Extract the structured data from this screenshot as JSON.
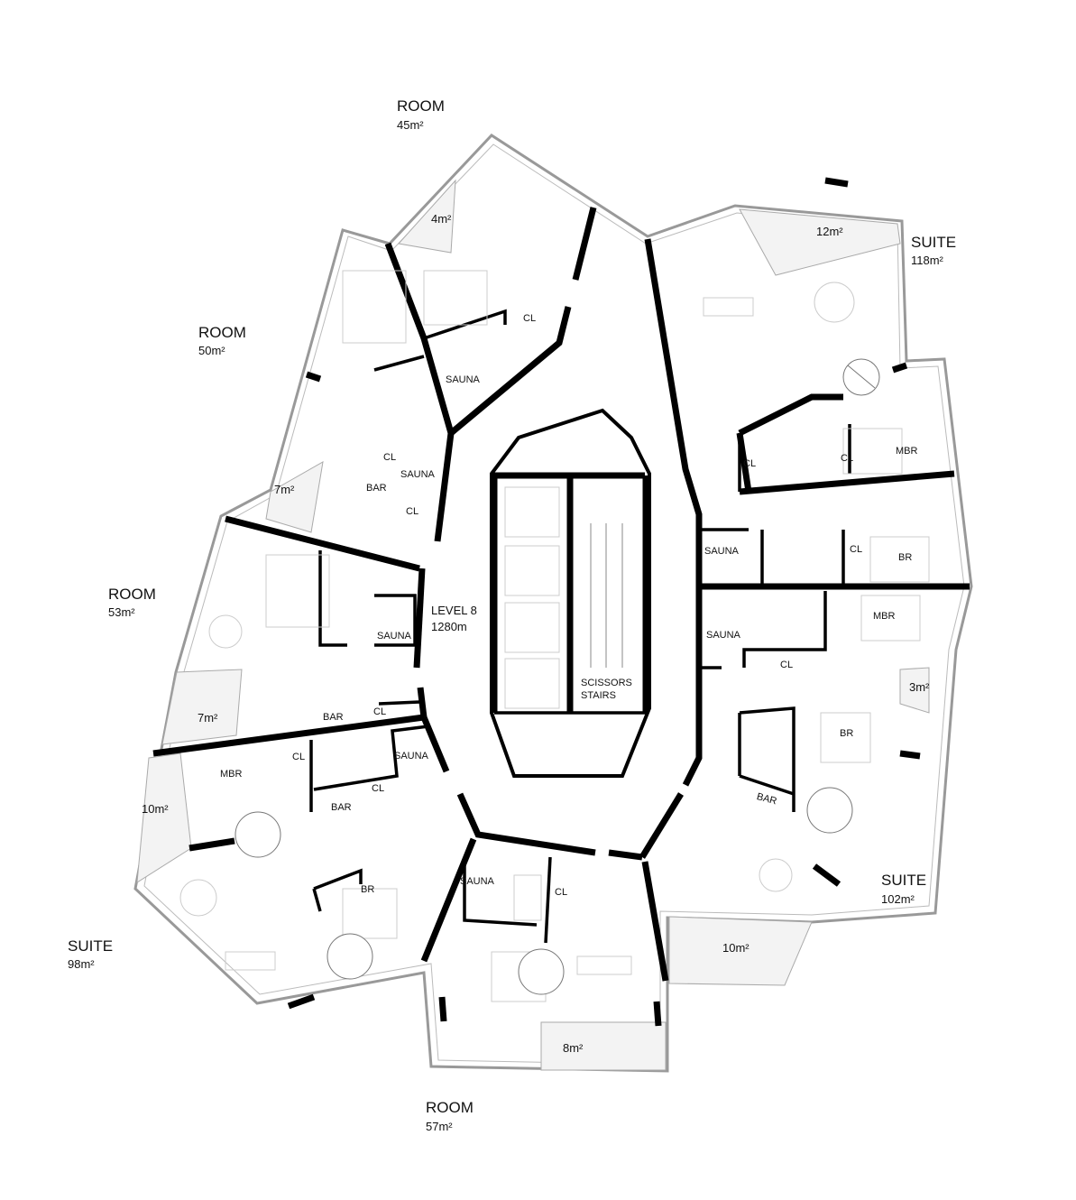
{
  "title": "LEVEL 8",
  "level": {
    "name": "LEVEL 8",
    "area": "1280m"
  },
  "units": [
    {
      "type": "ROOM",
      "area": "45m²"
    },
    {
      "type": "SUITE",
      "area": "118m²"
    },
    {
      "type": "ROOM",
      "area": "50m²"
    },
    {
      "type": "ROOM",
      "area": "53m²"
    },
    {
      "type": "SUITE",
      "area": "102m²"
    },
    {
      "type": "SUITE",
      "area": "98m²"
    },
    {
      "type": "ROOM",
      "area": "57m²"
    }
  ],
  "terraces": [
    "4m²",
    "12m²",
    "7m²",
    "7m²",
    "3m²",
    "10m²",
    "10m²",
    "8m²"
  ],
  "core": {
    "stairs_line1": "SCISSORS",
    "stairs_line2": "STAIRS"
  },
  "room_tags": {
    "cl": "CL",
    "sauna": "SAUNA",
    "bar": "BAR",
    "mbr": "MBR",
    "br": "BR"
  },
  "colors": {
    "wall": "#000000",
    "outline": "#999999",
    "terrace": "#f3f3f3"
  }
}
